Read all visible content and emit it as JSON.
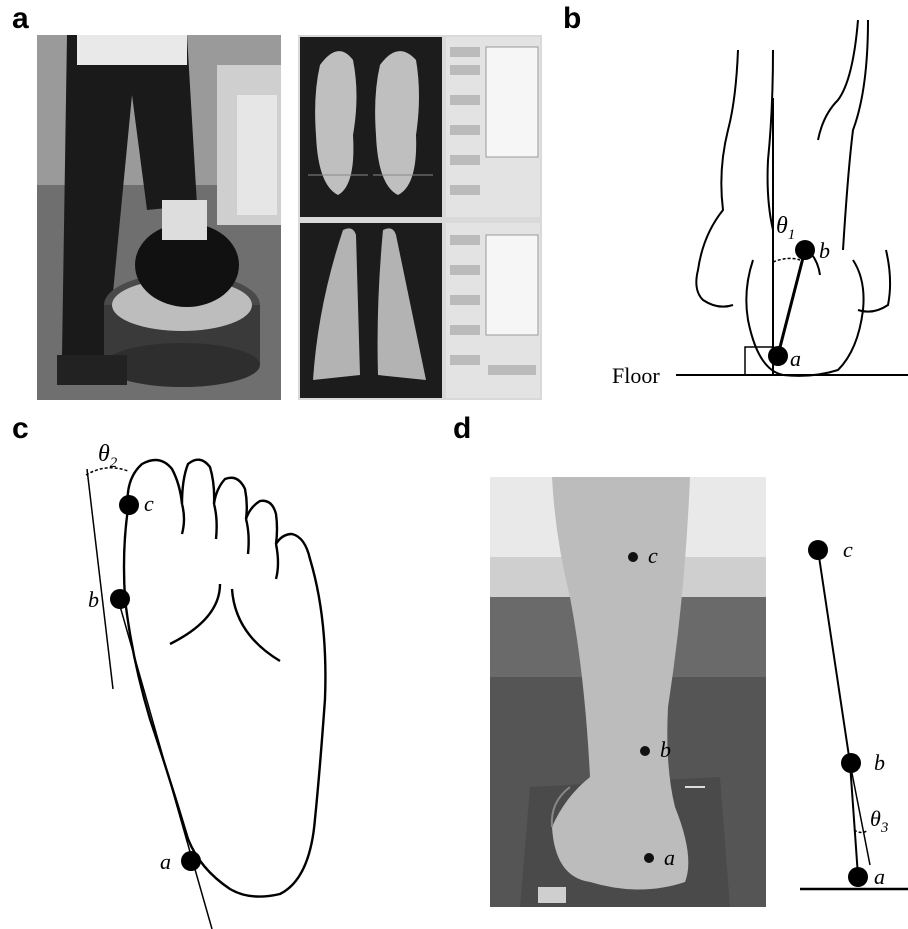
{
  "panels": {
    "a": {
      "letter": "a"
    },
    "b": {
      "letter": "b",
      "theta": "θ",
      "theta_sub": "1",
      "point_a": "a",
      "point_b": "b",
      "floor": "Floor"
    },
    "c": {
      "letter": "c",
      "theta": "θ",
      "theta_sub": "2",
      "point_a": "a",
      "point_b": "b",
      "point_c": "c"
    },
    "d": {
      "letter": "d",
      "theta": "θ",
      "theta_sub": "3",
      "point_a": "a",
      "point_b": "b",
      "point_c": "c"
    }
  }
}
